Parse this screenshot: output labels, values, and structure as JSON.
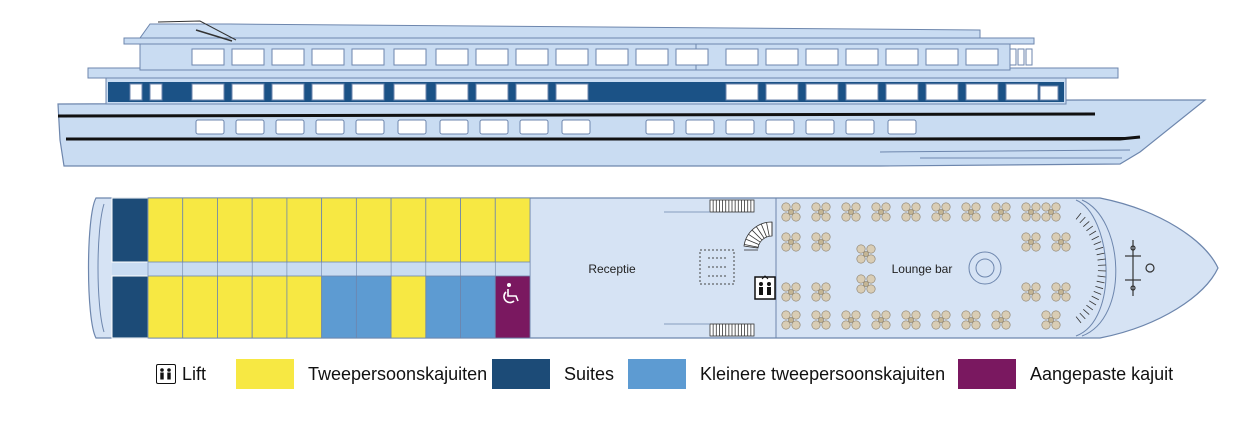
{
  "colors": {
    "hull": "#c9dcf2",
    "hull_outline": "#6d86ad",
    "window_dark": "#1b5286",
    "double_cabin": "#f7e843",
    "suite": "#1c4b77",
    "small_double_cabin": "#5d9bd2",
    "adapted_cabin": "#7a1860",
    "deck_floor": "#d6e3f4",
    "table": "#d9cdb5"
  },
  "deck_plan": {
    "reception_label": "Receptie",
    "lounge_label": "Lounge bar",
    "icons": {
      "wheelchair": "wheelchair-icon",
      "lift": "lift-icon",
      "anchor": "anchor-icon"
    }
  },
  "legend": [
    {
      "key": "lift",
      "label": "Lift",
      "icon": "lift-icon"
    },
    {
      "key": "double_cabin",
      "label": "Tweepersoonskajuiten",
      "color": "#f7e843"
    },
    {
      "key": "suite",
      "label": "Suites",
      "color": "#1c4b77"
    },
    {
      "key": "small_double_cabin",
      "label": "Kleinere tweepersoonskajuiten",
      "color": "#5d9bd2"
    },
    {
      "key": "adapted_cabin",
      "label": "Aangepaste kajuit",
      "color": "#7a1860"
    }
  ]
}
